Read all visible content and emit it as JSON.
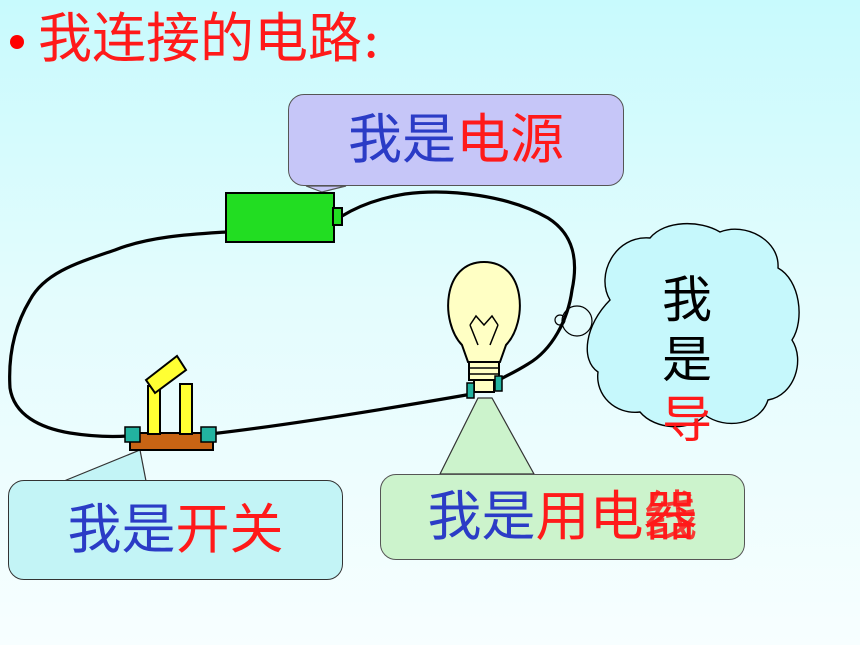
{
  "title": {
    "text": "我连接的电路:"
  },
  "callouts": {
    "power": {
      "prefix": "我是",
      "highlight": "电源"
    },
    "switch": {
      "prefix": "我是",
      "highlight": "开关"
    },
    "load": {
      "prefix": "我是",
      "highlight": "用电器",
      "overlap": "线"
    }
  },
  "cloud": {
    "char1": "我",
    "char2": "是",
    "char3": "导"
  },
  "colors": {
    "title": "#ff1a1a",
    "label_blue": "#2b3cc6",
    "label_red": "#ff1a1a",
    "battery": "#22dd22",
    "switch_base": "#c86414",
    "switch_blade": "#ffff33",
    "terminal": "#22b3a0"
  },
  "icons": [
    "battery-icon",
    "bulb-icon",
    "switch-icon",
    "thought-cloud-icon"
  ]
}
